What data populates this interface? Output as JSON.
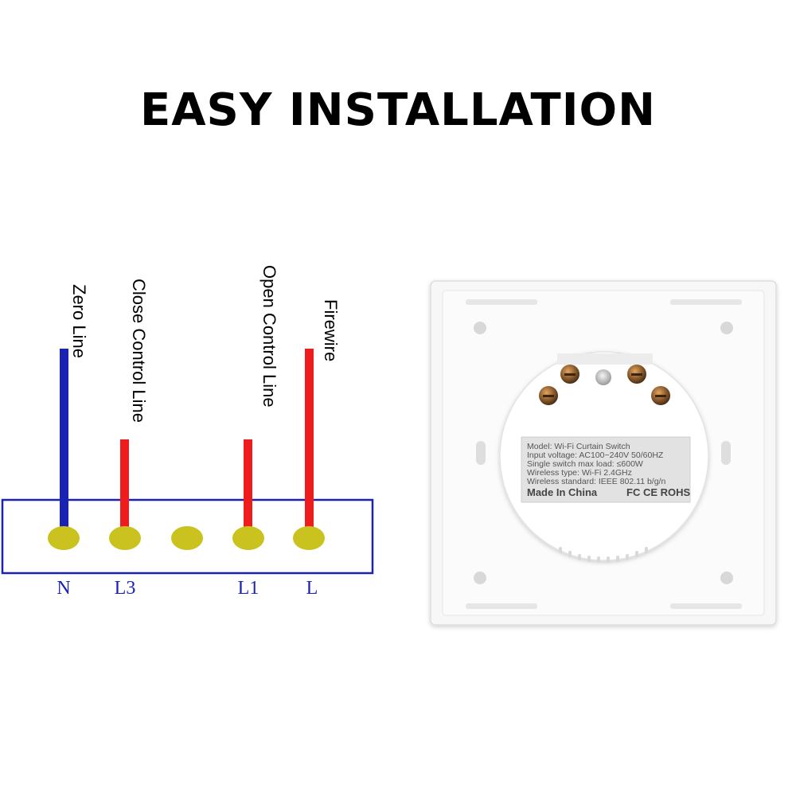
{
  "title": "EASY INSTALLATION",
  "colors": {
    "neutral_wire": "#1a22b4",
    "live_wire": "#ee1c1c",
    "terminal": "#c9c21f",
    "block_outline": "#1a22b4",
    "terminal_label": "#1a22b4"
  },
  "wires": [
    {
      "id": "zero",
      "label": "Zero Line",
      "color": "neutral"
    },
    {
      "id": "close",
      "label": "Close Control Line",
      "color": "live"
    },
    {
      "id": "open",
      "label": "Open Control Line",
      "color": "live"
    },
    {
      "id": "fire",
      "label": "Firewire",
      "color": "live"
    }
  ],
  "terminals": [
    "N",
    "L3",
    "",
    "L1",
    "L"
  ],
  "product_label": {
    "lines": [
      "Model:  Wi-Fi Curtain Switch",
      "Input voltage:  AC100~240V  50/60HZ",
      "Single switch max load:  ≤600W",
      "Wireless type:  Wi-Fi 2.4GHz",
      "Wireless standard:  IEEE 802.11 b/g/n"
    ],
    "made_in": "Made In China",
    "certs": "FC CE ROHS"
  }
}
